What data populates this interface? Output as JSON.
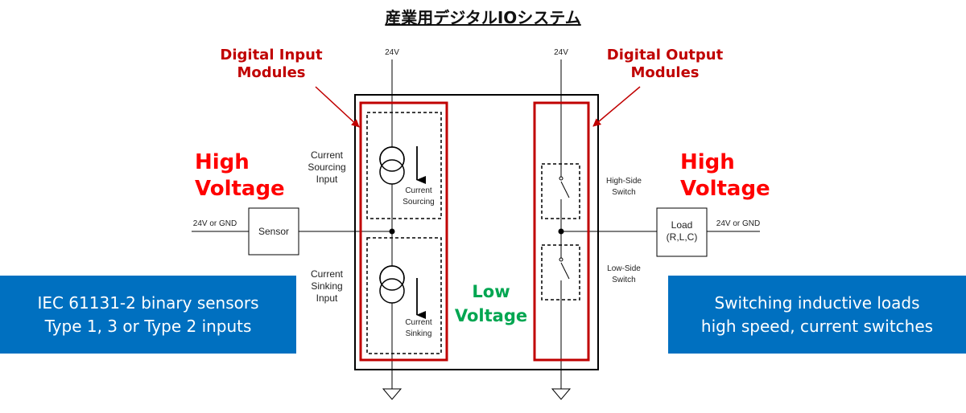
{
  "title": "産業用デジタルIOシステム",
  "labels": {
    "digital_input": [
      "Digital Input",
      "Modules"
    ],
    "digital_output": [
      "Digital Output",
      "Modules"
    ],
    "high_voltage_left": [
      "High",
      "Voltage"
    ],
    "high_voltage_right": [
      "High",
      "Voltage"
    ],
    "low_voltage": [
      "Low",
      "Voltage"
    ]
  },
  "circuit": {
    "supply_left": "24V",
    "supply_right": "24V",
    "current_sourcing_input": [
      "Current",
      "Sourcing",
      "Input"
    ],
    "current_sinking_input": [
      "Current",
      "Sinking",
      "Input"
    ],
    "current_sourcing": [
      "Current",
      "Sourcing"
    ],
    "current_sinking": [
      "Current",
      "Sinking"
    ],
    "high_side_switch": [
      "High-Side",
      "Switch"
    ],
    "low_side_switch": [
      "Low-Side",
      "Switch"
    ],
    "left_terminal": "24V or GND",
    "right_terminal": "24V or GND",
    "sensor": "Sensor",
    "load": [
      "Load",
      "(R,L,C)"
    ]
  },
  "notes": {
    "left": [
      "IEC 61131-2 binary sensors",
      "Type 1, 3 or Type 2 inputs"
    ],
    "right": [
      "Switching inductive loads",
      "high speed, current switches"
    ]
  },
  "colors": {
    "module_outline": "#c00000",
    "high_voltage": "#ff0000",
    "low_voltage": "#00a651",
    "note_box": "#0070c0"
  }
}
